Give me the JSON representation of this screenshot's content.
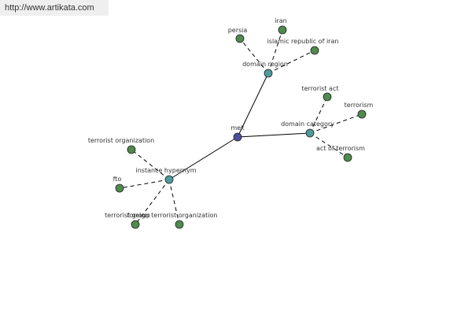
{
  "watermark": "http://www.artikata.com",
  "colors": {
    "root": "#4c4f9b",
    "category": "#4f9a9a",
    "leaf": "#4f8a4f",
    "node_stroke": "#222222",
    "edge": "#000000"
  },
  "graph": {
    "root": "mek",
    "categories": [
      {
        "label": "domain region",
        "leaves": [
          "persia",
          "iran",
          "islamic republic of iran"
        ]
      },
      {
        "label": "domain category",
        "leaves": [
          "terrorist act",
          "terrorism",
          "act of terrorism"
        ]
      },
      {
        "label": "instance hypernym",
        "leaves": [
          "terrorist organization",
          "fto",
          "terrorist group",
          "foreign terrorist organization"
        ]
      }
    ]
  }
}
